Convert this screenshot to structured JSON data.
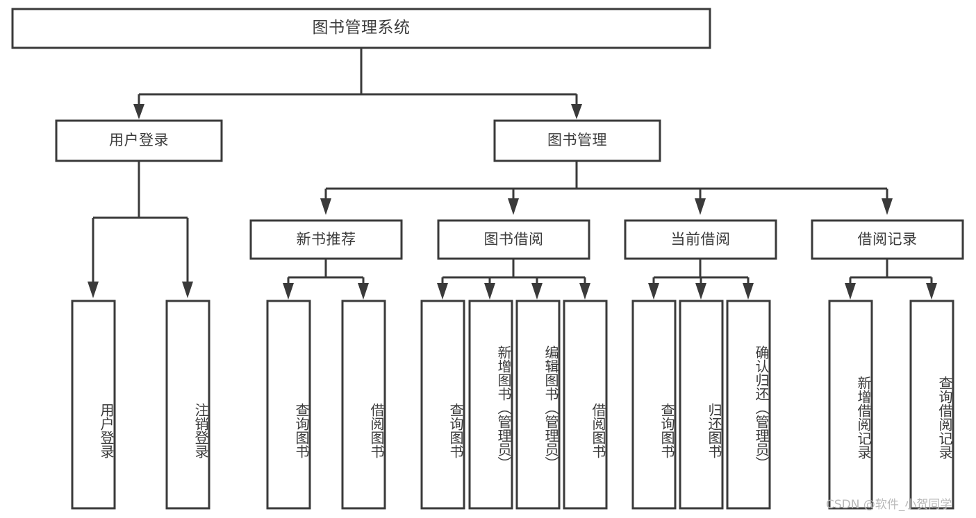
{
  "diagram": {
    "type": "tree-hierarchy",
    "title": "图书管理系统",
    "watermark": "CSDN @软件_小贺同学",
    "colors": {
      "background": "#ffffff",
      "stroke": "#3a3a3a",
      "text": "#3b3b3b",
      "watermark": "#b9b9b9"
    },
    "root": {
      "label": "图书管理系统"
    },
    "level2": [
      {
        "label": "用户登录"
      },
      {
        "label": "图书管理"
      }
    ],
    "level3": [
      {
        "label": "新书推荐"
      },
      {
        "label": "图书借阅"
      },
      {
        "label": "当前借阅"
      },
      {
        "label": "借阅记录"
      }
    ],
    "leaves": {
      "user_login": [
        {
          "label": "用户登录"
        },
        {
          "label": "注销登录"
        }
      ],
      "new_book": [
        {
          "label": "查询图书"
        },
        {
          "label": "借阅图书"
        }
      ],
      "book_borrow": [
        {
          "label": "查询图书"
        },
        {
          "label": "新增图书（管理员）"
        },
        {
          "label": "编辑图书（管理员）"
        },
        {
          "label": "借阅图书"
        }
      ],
      "current_borrow": [
        {
          "label": "查询图书"
        },
        {
          "label": "归还图书"
        },
        {
          "label": "确认归还（管理员）"
        }
      ],
      "borrow_record": [
        {
          "label": "新增借阅记录"
        },
        {
          "label": "查询借阅记录"
        }
      ]
    }
  }
}
